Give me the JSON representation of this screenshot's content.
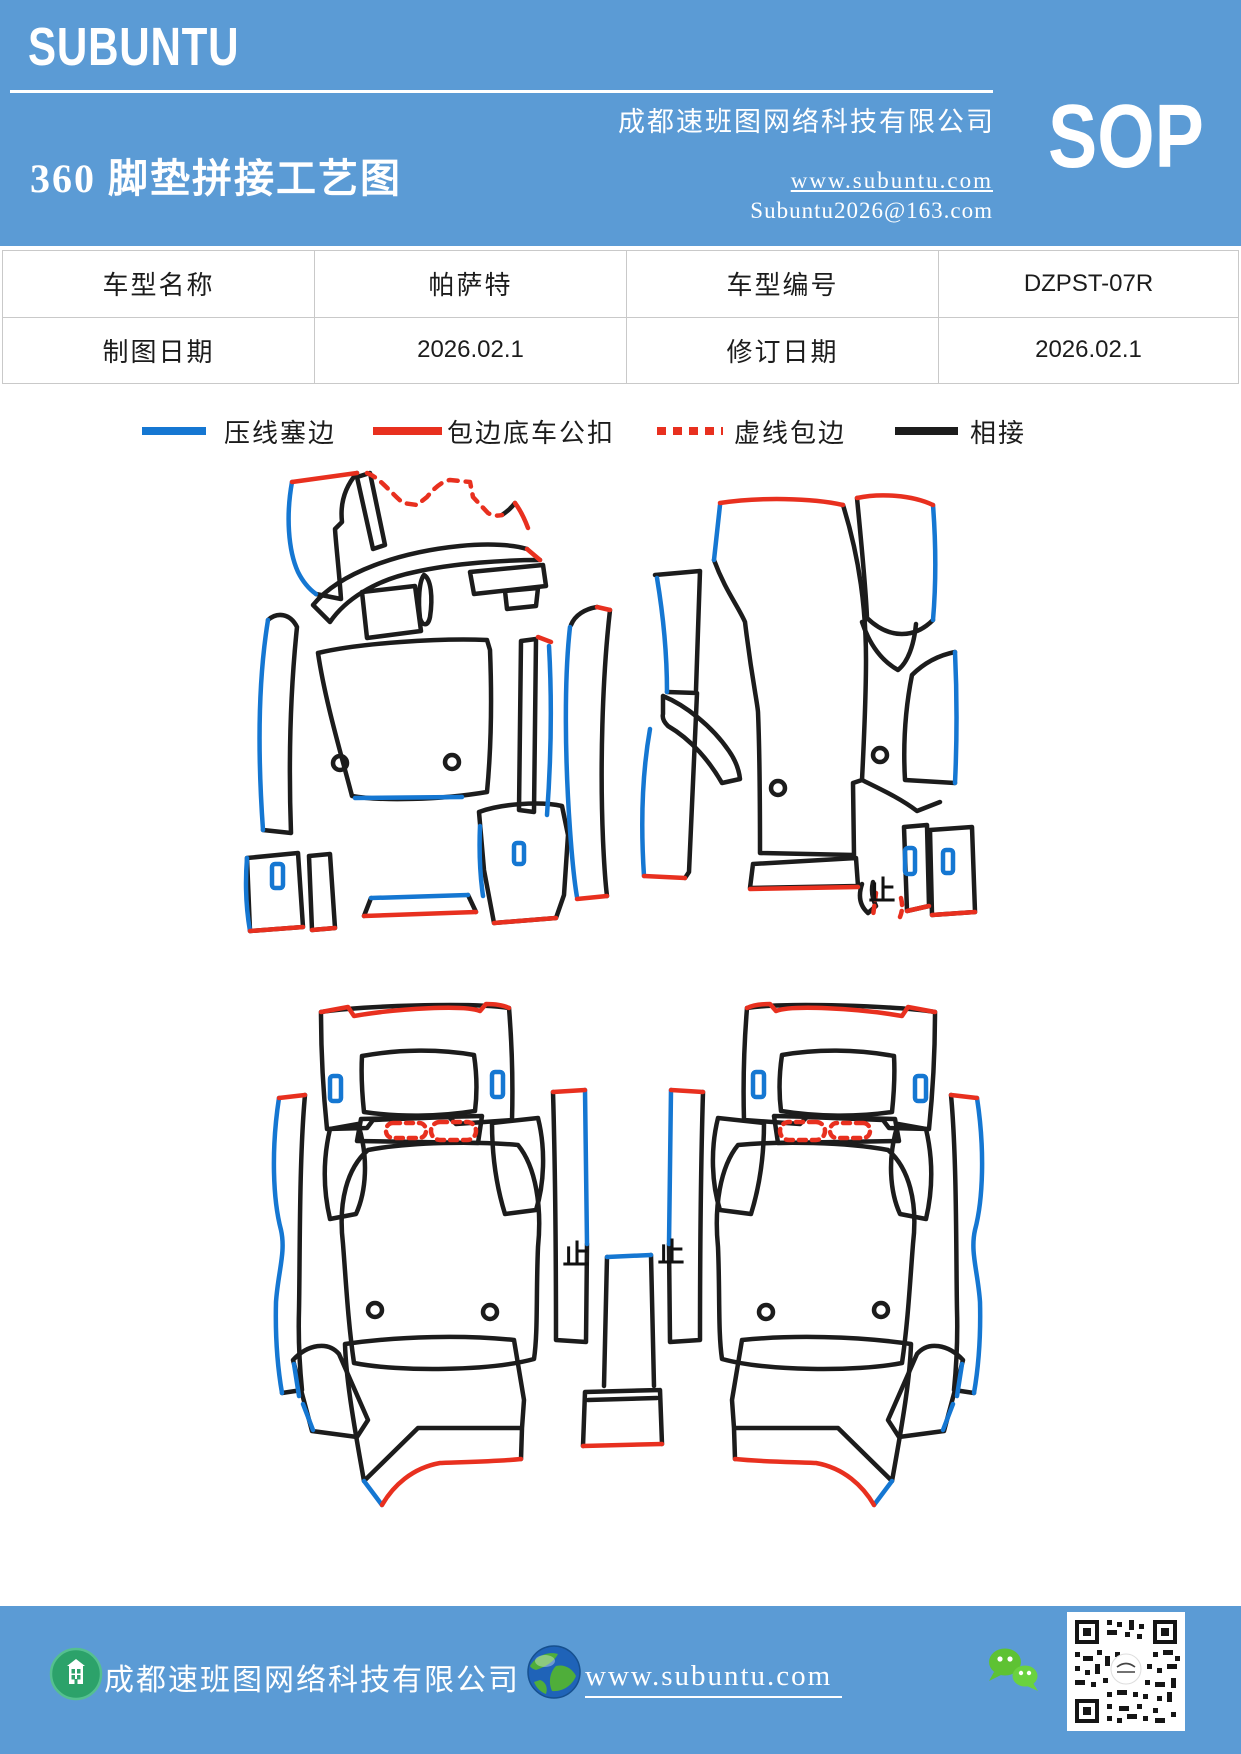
{
  "colors": {
    "header_bg": "#5B9BD5",
    "line_blue": "#1577D2",
    "line_red": "#E8301F",
    "line_black": "#1C1C1C",
    "wechat_green": "#5EC233",
    "building_icon_green": "#2CA26A"
  },
  "header": {
    "brand": "SUBUNTU",
    "company": "成都速班图网络科技有限公司",
    "title": "360 脚垫拼接工艺图",
    "website": "www.subuntu.com",
    "email": "Subuntu2026@163.com",
    "sop": "SOP"
  },
  "table": {
    "r1c1": "车型名称",
    "r1c2": "帕萨特",
    "r1c3": "车型编号",
    "r1c4": "DZPST-07R",
    "r2c1": "制图日期",
    "r2c2": "2026.02.1",
    "r2c3": "修订日期",
    "r2c4": "2026.02.1"
  },
  "legend": {
    "items": [
      {
        "label": "压线塞边",
        "color": "#1577D2",
        "style": "solid"
      },
      {
        "label": "包边底车公扣",
        "color": "#E8301F",
        "style": "solid"
      },
      {
        "label": "虚线包边",
        "color": "#E8301F",
        "style": "dotted"
      },
      {
        "label": "相接",
        "color": "#1C1C1C",
        "style": "solid"
      }
    ]
  },
  "diagram": {
    "stop_mark": "止"
  },
  "footer": {
    "company": "成都速班图网络科技有限公司",
    "website": "www.subuntu.com"
  }
}
